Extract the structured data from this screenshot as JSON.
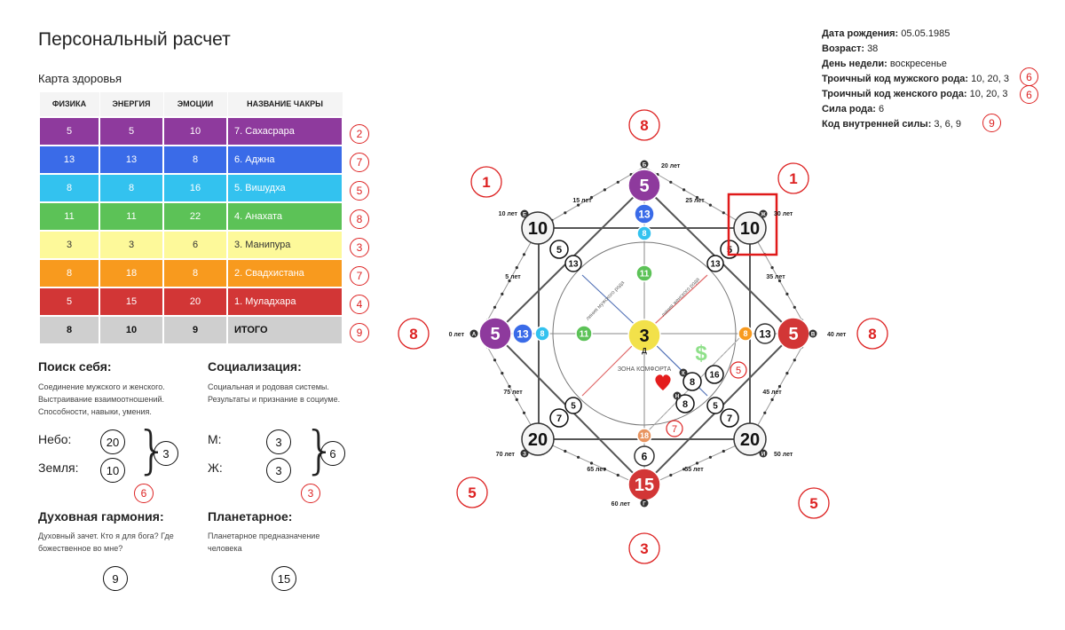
{
  "title": "Персональный расчет",
  "health": {
    "subtitle": "Карта здоровья",
    "headers": [
      "ФИЗИКА",
      "ЭНЕРГИЯ",
      "ЭМОЦИИ",
      "НАЗВАНИЕ ЧАКРЫ"
    ],
    "rows": [
      {
        "physics": "5",
        "energy": "5",
        "emotions": "10",
        "name": "7. Сахасрара",
        "color": "#8e3a9d",
        "text": "#ffffff",
        "mark": "2"
      },
      {
        "physics": "13",
        "energy": "13",
        "emotions": "8",
        "name": "6. Аджна",
        "color": "#3a6be8",
        "text": "#ffffff",
        "mark": "7"
      },
      {
        "physics": "8",
        "energy": "8",
        "emotions": "16",
        "name": "5. Вишудха",
        "color": "#33c2ef",
        "text": "#ffffff",
        "mark": "5"
      },
      {
        "physics": "11",
        "energy": "11",
        "emotions": "22",
        "name": "4. Анахата",
        "color": "#5cc257",
        "text": "#ffffff",
        "mark": "8"
      },
      {
        "physics": "3",
        "energy": "3",
        "emotions": "6",
        "name": "3. Манипура",
        "color": "#fdf99a",
        "text": "#333333",
        "mark": "3"
      },
      {
        "physics": "8",
        "energy": "18",
        "emotions": "8",
        "name": "2. Свадхистана",
        "color": "#f89a1e",
        "text": "#ffffff",
        "mark": "7"
      },
      {
        "physics": "5",
        "energy": "15",
        "emotions": "20",
        "name": "1. Муладхара",
        "color": "#d23636",
        "text": "#ffffff",
        "mark": "4"
      }
    ],
    "total": {
      "physics": "8",
      "energy": "10",
      "emotions": "9",
      "name": "ИТОГО",
      "mark": "9"
    }
  },
  "sections": {
    "search": {
      "title": "Поиск себя:",
      "desc": [
        "Соединение мужского и женского.",
        "Выстраивание взаимоотношений.",
        "Способности, навыки, умения."
      ],
      "sky_label": "Небо:",
      "earth_label": "Земля:",
      "sky_value": "20",
      "earth_value": "10",
      "sum": "3",
      "mark": "6"
    },
    "social": {
      "title": "Социализация:",
      "desc": [
        "Социальная и родовая системы.",
        "Результаты и признание в социуме."
      ],
      "m_label": "М:",
      "f_label": "Ж:",
      "m_value": "3",
      "f_value": "3",
      "sum": "6",
      "mark": "3"
    },
    "spiritual": {
      "title": "Духовная гармония:",
      "desc": [
        "Духовный зачет. Кто я для бога? Где",
        "божественное во мне?"
      ],
      "value": "9"
    },
    "planetary": {
      "title": "Планетарное:",
      "desc": [
        "Планетарное предназначение",
        "человека"
      ],
      "value": "15"
    }
  },
  "info": {
    "birth_label": "Дата рождения:",
    "birth": "05.05.1985",
    "age_label": "Возраст:",
    "age": "38",
    "weekday_label": "День недели:",
    "weekday": "воскресенье",
    "male_label": "Троичный код мужского рода:",
    "male": "10, 20, 3",
    "male_mark": "6",
    "female_label": "Троичный код женского рода:",
    "female": "10, 20, 3",
    "female_mark": "6",
    "force_label": "Сила рода:",
    "force": "6",
    "inner_label": "Код внутренней силы:",
    "inner": "3, 6, 9",
    "inner_mark": "9"
  },
  "matrix": {
    "outer_marks": {
      "top": "8",
      "bottom": "3",
      "left": "8",
      "right": "8",
      "top_left": "1",
      "top_right": "1",
      "bottom_left": "5",
      "bottom_right": "5"
    },
    "center": "3",
    "center_letter": "Д",
    "top": "5",
    "right": "5",
    "bottom": "15",
    "left": "5",
    "corner_tl": "10",
    "corner_tr": "10",
    "corner_bl": "20",
    "corner_br": "20",
    "top_inner": "13",
    "left_inner": "13",
    "right_inner": "13",
    "bottom_inner": "6",
    "top_inner2": "8",
    "left_inner2": "8",
    "right_inner2": "8",
    "bottom_inner2": "18",
    "vertical_mid": "11",
    "horizontal_mid": "11",
    "tl_small": "5",
    "tl_small2": "13",
    "tr_small": "5",
    "tr_small2": "13",
    "bl_small": "5",
    "bl_small2": "7",
    "br_small": "5",
    "br_small2": "7",
    "money_a": "8",
    "money_b": "16",
    "money_c": "8",
    "money_mark": "5",
    "love_mark": "7",
    "age_top": "20 лет",
    "age_right": "40 лет",
    "age_bottom": "60 лет",
    "age_left": "0 лет",
    "age_tl": "10 лет",
    "age_tr": "30 лет",
    "age_br": "50 лет",
    "age_bl": "70 лет",
    "age_25": "25 лет",
    "age_15": "15 лет",
    "age_35": "35 лет",
    "age_45": "45 лет",
    "age_55": "55 лет",
    "age_65": "65 лет",
    "age_75": "75 лет",
    "age_5": "5 лет",
    "male_line": "линия мужского рода",
    "female_line": "линия женского рода",
    "comfort": "ЗОНА КОМФОРТА",
    "dollar": "$",
    "letter_top": "Б",
    "letter_right": "В",
    "letter_bottom": "Г",
    "letter_left": "А",
    "letter_tl": "Е",
    "letter_tr": "Ж",
    "letter_br": "И",
    "letter_bl": "З",
    "letter_k": "К",
    "letter_n": "Н"
  },
  "colors": {
    "accent_red": "#dd2222",
    "purple": "#8e3a9d",
    "blue": "#3a6be8",
    "cyan": "#33c2ef",
    "green": "#5cc257",
    "yellow": "#fdf99a",
    "orange": "#f89a1e",
    "red": "#d23636"
  }
}
